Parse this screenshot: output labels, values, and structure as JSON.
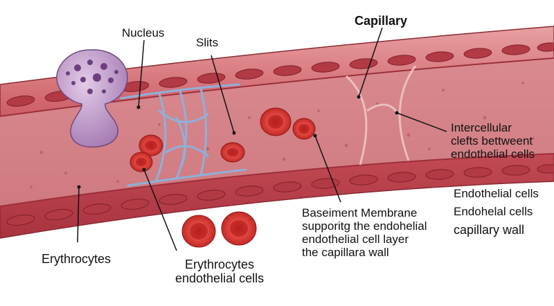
{
  "title": "Capillary",
  "labels": {
    "nucleus": "Nucleus",
    "slits": "Slits",
    "clefts": [
      "Intercellular",
      "clefts bettweent",
      "endothelial cells"
    ],
    "endothelial_cells": "Endothelial cells",
    "endohelal_cells": "Endohelal cells",
    "capillary_wall": "capillary wall",
    "basement": [
      "Baseiment Membrane",
      "supporitg the endohelial",
      "endothelial cell layer",
      "the capillara wall"
    ],
    "erythrocytes_left": "Erythrocytes",
    "erythrocytes_bottom": [
      "Erythrocytes",
      "endothelial cells"
    ]
  },
  "colors": {
    "vessel_wall": "#c8505a",
    "lumen": "#d98a8f",
    "endothelial_cell": "#b23a45",
    "rbc": "#d6322e",
    "membrane": "#8fb0da",
    "nucleus_cell": "#b48fbf"
  }
}
